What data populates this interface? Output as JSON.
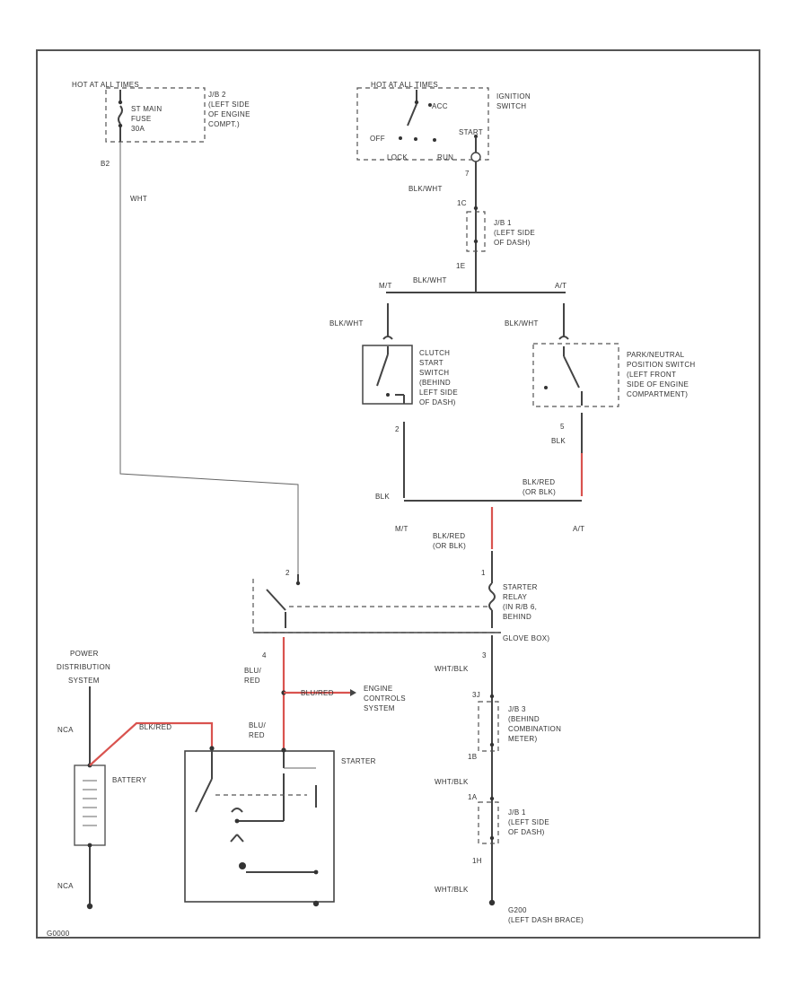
{
  "labels": {
    "hot_top": "HOT AT ALL TIMES",
    "hot_ign": "HOT AT ALL TIMES",
    "st_fuse": [
      "ST MAIN",
      "FUSE",
      "30A"
    ],
    "jb2_top": [
      "J/B 2",
      "(LEFT SIDE",
      "OF ENGINE",
      "COMPT.)"
    ],
    "ign_switch": [
      "IGNITION",
      "SWITCH"
    ],
    "acc": "ACC",
    "off": "OFF",
    "run": "RUN",
    "start": "START",
    "lock": "LOCK",
    "pin_b2": "B2",
    "wht": "WHT",
    "pin_7": "7",
    "blk_wht_1": "BLK/WHT",
    "pin_1c": "1C",
    "jb1_mid": [
      "J/B 1",
      "(LEFT SIDE",
      "OF DASH)"
    ],
    "pin_1e": "1E",
    "blk_wht_2": "BLK/WHT",
    "mt_top": "M/T",
    "at_top": "A/T",
    "blk_wht_3": "BLK/WHT",
    "blk_wht_4": "BLK/WHT",
    "clutch": [
      "CLUTCH",
      "START",
      "SWITCH",
      "(BEHIND",
      "LEFT SIDE",
      "OF DASH)"
    ],
    "park": [
      "PARK/NEUTRAL",
      "POSITION SWITCH",
      "(LEFT FRONT",
      "SIDE OF ENGINE",
      "COMPARTMENT)"
    ],
    "pin_2": "2",
    "pin_5": "5",
    "blk_1": "BLK",
    "blk_2": "BLK",
    "blk_red_1": [
      "BLK/RED",
      "(OR BLK)"
    ],
    "mt_bot": "M/T",
    "at_bot": "A/T",
    "blk_red_2": [
      "BLK/RED",
      "(OR BLK)"
    ],
    "relay_pin_1": "1",
    "relay_pin_2": "2",
    "relay_pin_3": "3",
    "relay_pin_4": "4",
    "starter_relay": [
      "STARTER",
      "RELAY",
      "(IN R/B 6,",
      "BEHIND",
      "GLOVE BOX)"
    ],
    "power_dist": [
      "POWER",
      "DISTRIBUTION",
      "SYSTEM"
    ],
    "blu_red_1": [
      "BLU/",
      "RED"
    ],
    "blu_red_2": [
      "BLU/",
      "RED"
    ],
    "blu_red_3": "BLU/RED",
    "engine_controls": [
      "ENGINE",
      "CONTROLS",
      "SYSTEM"
    ],
    "wht_blk_1": "WHT/BLK",
    "pin_3j": "3J",
    "jb3": [
      "J/B 3",
      "(BEHIND",
      "COMBINATION",
      "METER)"
    ],
    "pin_1b": "1B",
    "wht_blk_2": "WHT/BLK",
    "pin_1a": "1A",
    "jb1_bot": [
      "J/B 1",
      "(LEFT SIDE",
      "OF DASH)"
    ],
    "pin_1h": "1H",
    "wht_blk_3": "WHT/BLK",
    "ground": [
      "G200",
      "(LEFT DASH BRACE)"
    ],
    "nca_1": "NCA",
    "nca_2": "NCA",
    "blk_red_bat": "BLK/RED",
    "battery": "BATTERY",
    "starter": "STARTER",
    "fig_id": "G0000"
  },
  "colors": {
    "wire": "#444444",
    "red_wire": "#d9534f",
    "text": "#333333"
  }
}
